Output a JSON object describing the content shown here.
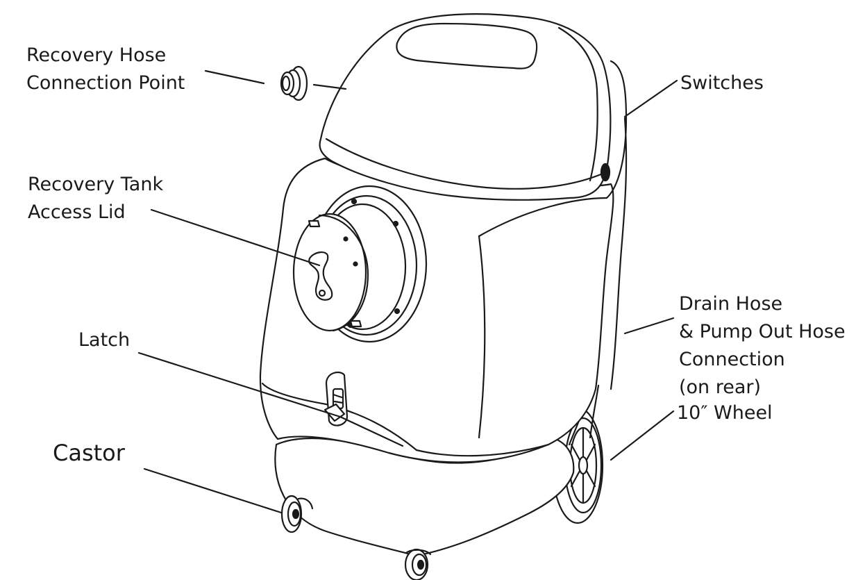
{
  "colors": {
    "stroke": "#1a1a1a",
    "machine_fill": "#ffffff",
    "text": "#1a1a1a"
  },
  "labels": {
    "recovery_hose": {
      "line1": "Recovery Hose",
      "line2": "Connection Point"
    },
    "switches": "Switches",
    "tank_lid": {
      "line1": "Recovery Tank",
      "line2": "Access Lid"
    },
    "drain": {
      "line1": "Drain Hose",
      "line2": "& Pump Out Hose",
      "line3": "Connection",
      "line4": "(on rear)"
    },
    "latch": "Latch",
    "castor": "Castor",
    "wheel": "10″ Wheel"
  }
}
